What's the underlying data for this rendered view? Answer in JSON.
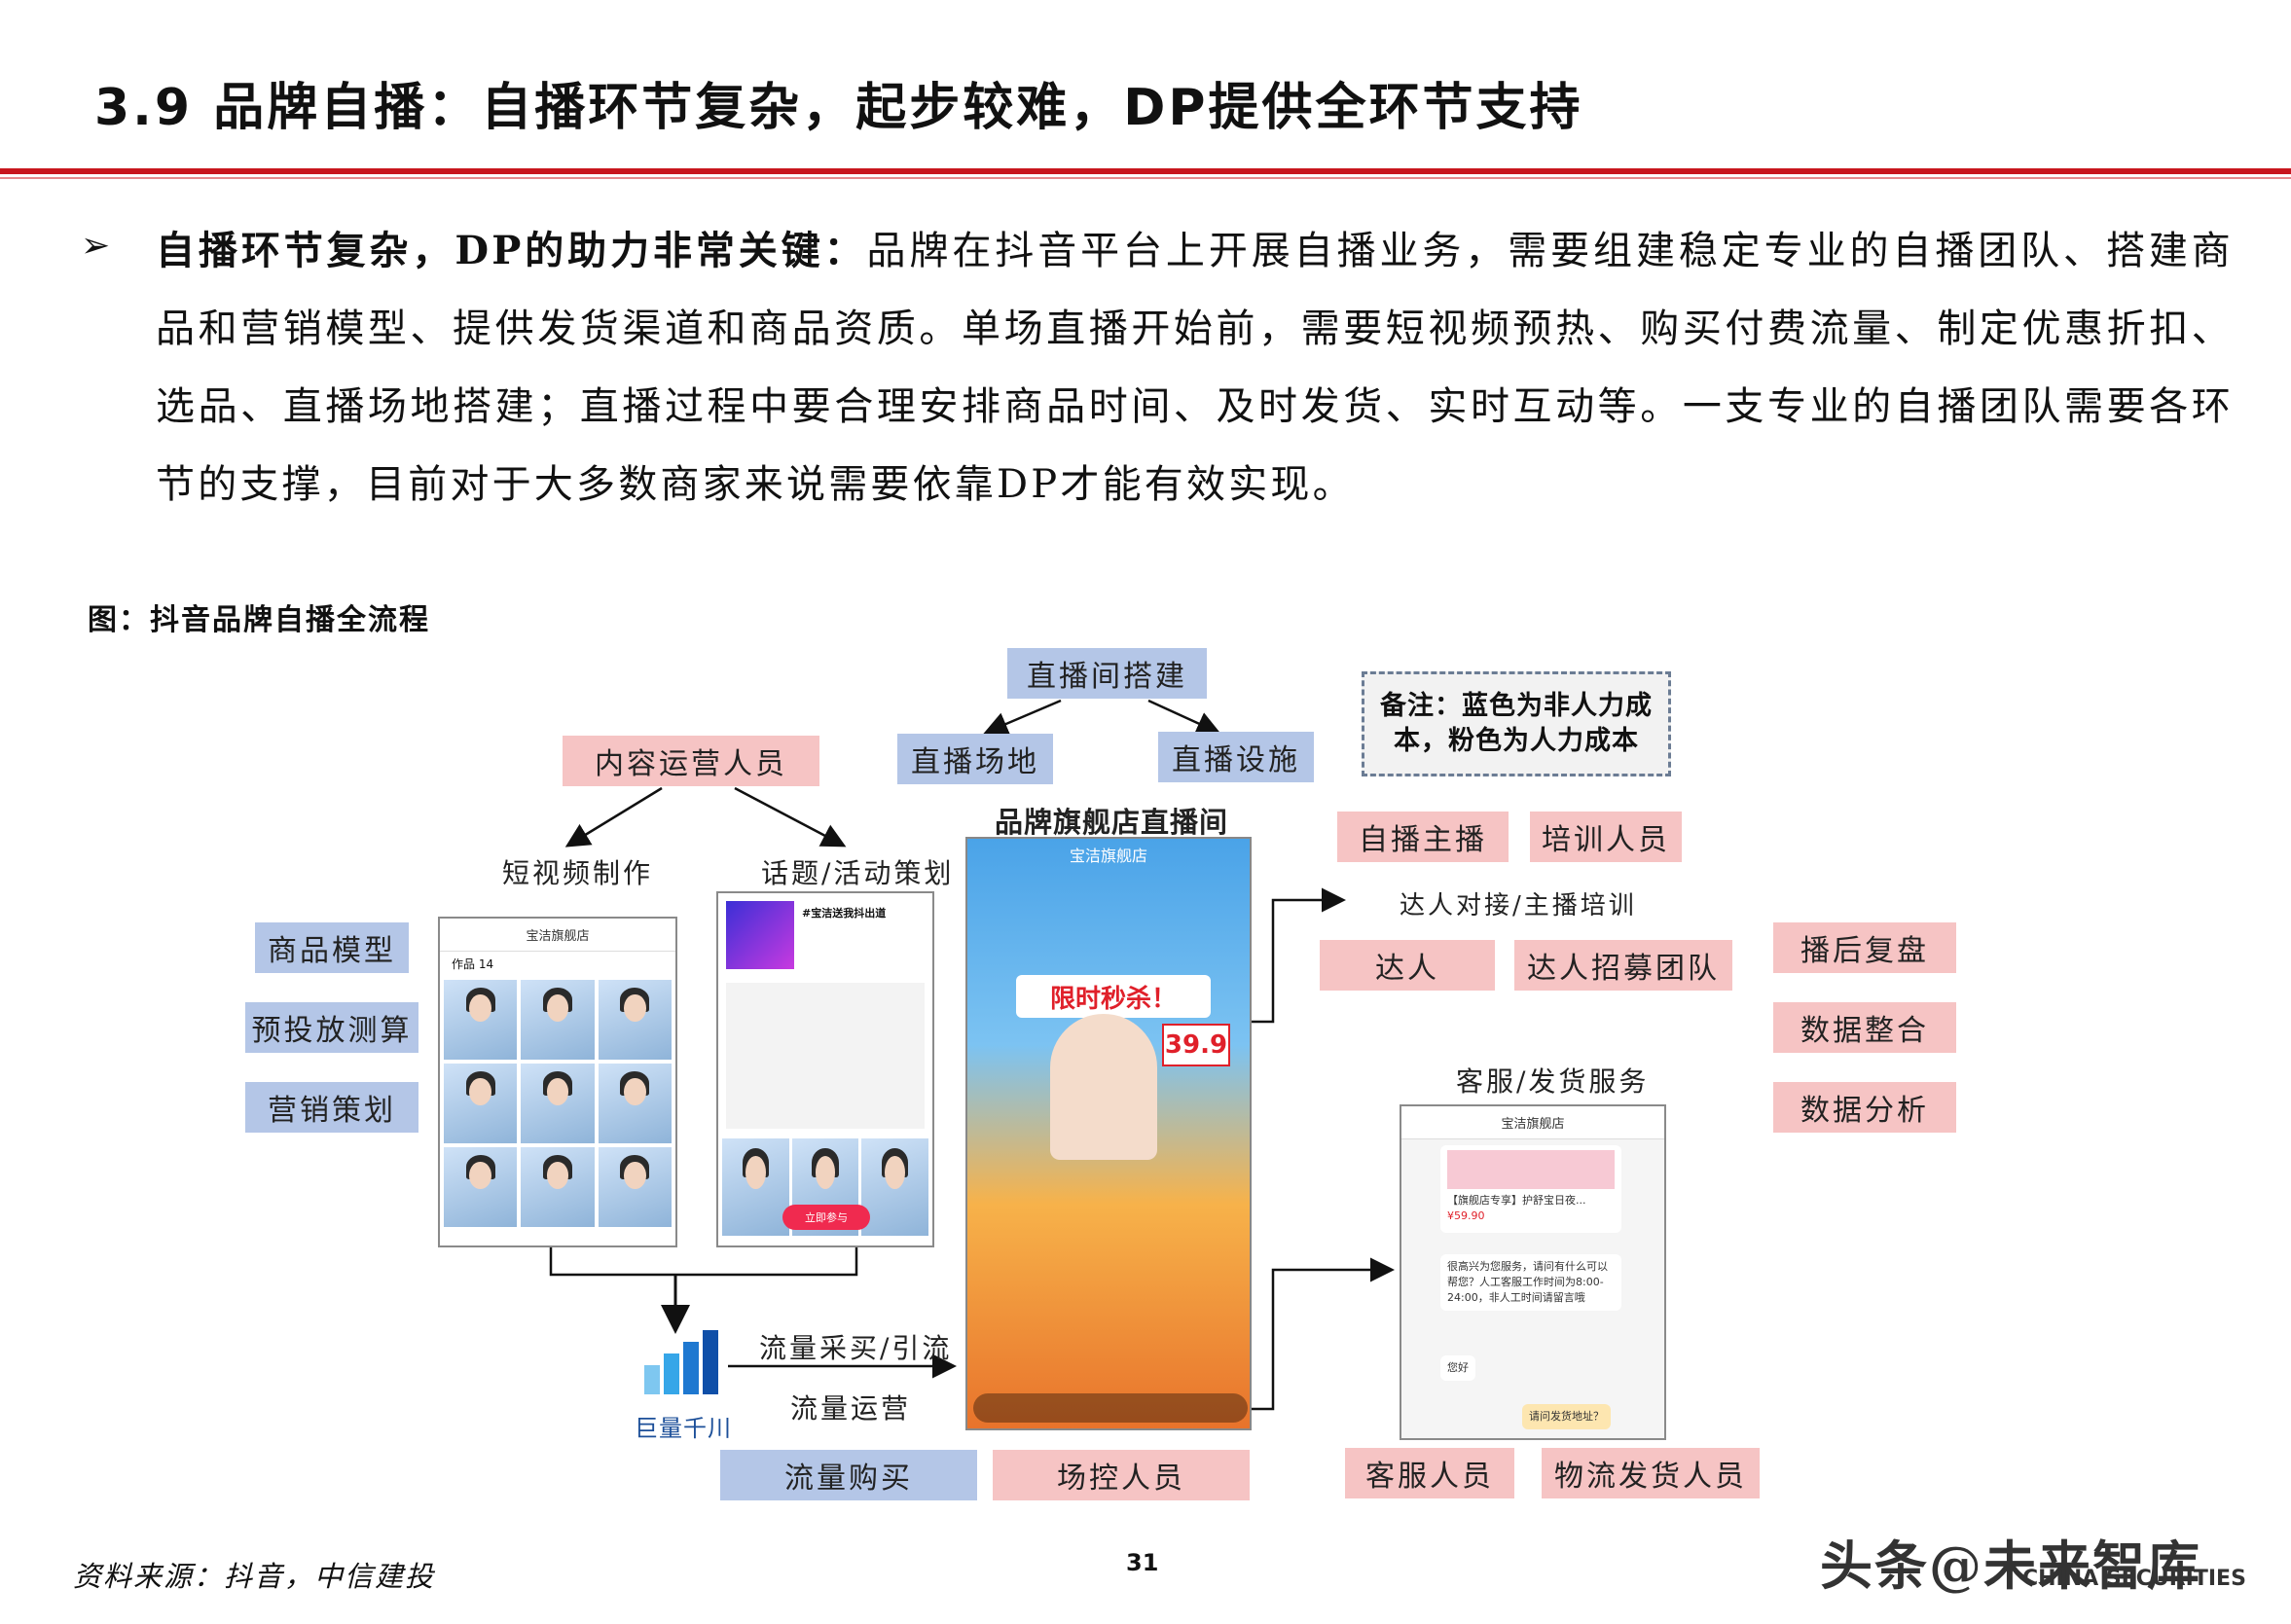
{
  "title": "3.9 品牌自播：自播环节复杂，起步较难，DP提供全环节支持",
  "bullet": {
    "lead": "自播环节复杂，DP的助力非常关键：",
    "body": "品牌在抖音平台上开展自播业务，需要组建稳定专业的自播团队、搭建商品和营销模型、提供发货渠道和商品资质。单场直播开始前，需要短视频预热、购买付费流量、制定优惠折扣、选品、直播场地搭建；直播过程中要合理安排商品时间、及时发货、实时互动等。一支专业的自播团队需要各环节的支撑，目前对于大多数商家来说需要依靠DP才能有效实现。"
  },
  "figure_caption": "图：抖音品牌自播全流程",
  "note": {
    "line1": "备注：蓝色为非人力成",
    "line2": "本，粉色为人力成本"
  },
  "diagram": {
    "live_setup": "直播间搭建",
    "live_venue": "直播场地",
    "live_equipment": "直播设施",
    "content_ops": "内容运营人员",
    "short_video": "短视频制作",
    "topic_plan": "话题/活动策划",
    "product_model": "商品模型",
    "budget_test": "预投放测算",
    "marketing_plan": "营销策划",
    "flagship_live": "品牌旗舰店直播间",
    "self_host": "自播主播",
    "trainer": "培训人员",
    "influencer_link": "达人对接/主播培训",
    "influencer": "达人",
    "influencer_team": "达人招募团队",
    "post_review": "播后复盘",
    "data_integration": "数据整合",
    "data_analysis": "数据分析",
    "cs_service": "客服/发货服务",
    "traffic_buy_lead": "流量采买/引流",
    "traffic_ops": "流量运营",
    "traffic_purchase": "流量购买",
    "field_control": "场控人员",
    "cs_staff": "客服人员",
    "logistics_staff": "物流发货人员",
    "logo_text": "巨量千川"
  },
  "screens": {
    "store_name": "宝洁旗舰店",
    "works_label": "作品 14",
    "topic_title": "#宝洁送我抖出道",
    "topic_btn": "立即参与",
    "live_badge": "限时秒杀！",
    "live_price": "39.9",
    "chat_title": "宝洁旗舰店",
    "chat_product": "【旗舰店专享】护舒宝日夜...",
    "chat_price": "¥59.90",
    "chat_msg1": "很高兴为您服务，请问有什么可以帮您？人工客服工作时间为8:00-24:00，非人工时间请留言哦",
    "chat_msg2": "您好",
    "chat_msg3": "请问发货地址？"
  },
  "source": "资料来源：抖音，中信建投",
  "page_number": "31",
  "footer_brand": "头条@未来智库",
  "footer_sub": "CHINA SECURITIES",
  "colors": {
    "pink_box": "#f6c4c4",
    "blue_box": "#b4c6e7",
    "rule": "#c8161d"
  }
}
